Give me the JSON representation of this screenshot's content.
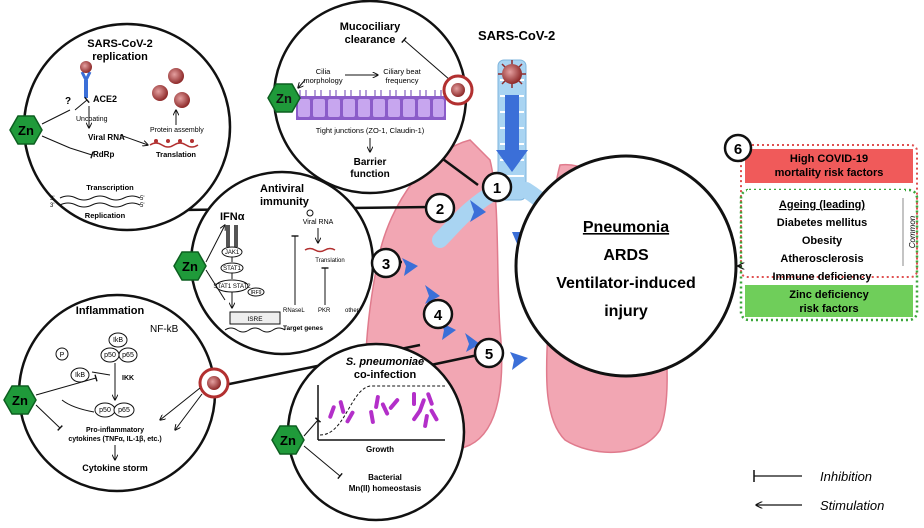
{
  "virus_label": "SARS-CoV-2",
  "steps": [
    "1",
    "2",
    "3",
    "4",
    "5",
    "6"
  ],
  "zn_label": "Zn",
  "panels": {
    "mucociliary": {
      "title_line1": "Mucociliary",
      "title_line2": "clearance",
      "cilia_morphology": [
        "Cilia",
        "morphology"
      ],
      "ciliary_beat": [
        "Ciliary beat",
        "frequency"
      ],
      "tight_junctions": "Tight junctions (ZO-1, Claudin-1)",
      "barrier": [
        "Barrier",
        "function"
      ]
    },
    "replication": {
      "title": [
        "SARS-CoV-2",
        "replication"
      ],
      "question": "?",
      "ace2": "ACE2",
      "uncoating": "Uncoating",
      "viral_rna": "Viral RNA",
      "rdrp": "RdRp",
      "transcription": "Transcription",
      "replication": "Replication",
      "protein_assembly": "Protein assembly",
      "translation": "Translation",
      "strand_3a": "3'",
      "strand_5a": "5'",
      "strand_3b": "3'",
      "strand_5b": "5'"
    },
    "antiviral": {
      "title": [
        "Antiviral",
        "immunity"
      ],
      "ifn": "IFNα",
      "jak1": "JAK1",
      "stat1": "STAT1",
      "stat1_stat2": "STAT1 STAT2",
      "irf9": "IRF9",
      "isre": "ISRE",
      "viral_rna": "Viral RNA",
      "translation": "Translation",
      "rnasel": "RNaseL",
      "pkr": "PKR",
      "other": "other",
      "target_genes": "Target genes"
    },
    "inflammation": {
      "title": "Inflammation",
      "nfkb": "NF-kB",
      "ikb": "IkB",
      "p50": "p50",
      "p65": "p65",
      "p": "P",
      "ikk": "IKK",
      "cytokines": [
        "Pro-inflammatory",
        "cytokines (TNFα, IL-1β, etc.)"
      ],
      "storm": "Cytokine storm"
    },
    "pneumoniae": {
      "title": [
        "S. pneumoniae",
        "co-infection"
      ],
      "growth": "Growth",
      "bacterial": [
        "Bacterial",
        "Mn(II) homeostasis"
      ]
    },
    "pneumonia": {
      "lines": [
        "Pneumonia",
        "ARDS",
        "Ventilator-induced",
        "injury"
      ]
    }
  },
  "risk": {
    "high_risk": [
      "High COVID-19",
      "mortality risk factors"
    ],
    "factors": [
      "Ageing (leading)",
      "Diabetes mellitus",
      "Obesity",
      "Atherosclerosis",
      "Immune deficiency"
    ],
    "common": "Common",
    "zinc_deficiency": [
      "Zinc deficiency",
      "risk factors"
    ]
  },
  "legend": {
    "inhibition": "Inhibition",
    "stimulation": "Stimulation"
  },
  "colors": {
    "zn_green": "#1f9a3a",
    "lung_pink": "#f2a6b3",
    "trachea_blue": "#a9d4f2",
    "arrow_blue": "#3b6fd8",
    "red_box": "#f05a5a",
    "green_box": "#6fce5a",
    "virus_red": "#b23030",
    "bacteria_purple": "#b32fc9"
  }
}
